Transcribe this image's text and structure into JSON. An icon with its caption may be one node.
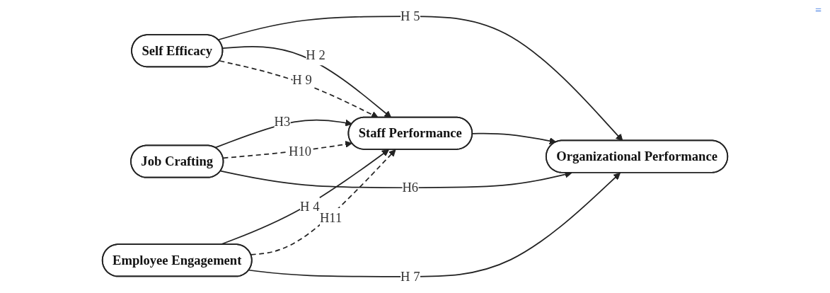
{
  "diagram": {
    "nodes": [
      {
        "text": [
          "Self Efficacy"
        ]
      },
      {
        "text": [
          "Job Crafting"
        ]
      },
      {
        "text": [
          "Staff Performance"
        ]
      },
      {
        "text": [
          "Organizational Performance"
        ]
      },
      {
        "text": [
          "Employee Engagement"
        ]
      }
    ],
    "edges": [
      {
        "from": 0,
        "to": 3,
        "arrow": "to",
        "label": "H 5"
      },
      {
        "from": 0,
        "to": 2,
        "arrow": "to",
        "label": "H 2"
      },
      {
        "from": 0,
        "to": 2,
        "arrow": "to",
        "label": "H 9",
        "style": "dashed"
      },
      {
        "from": 1,
        "to": 2,
        "arrow": "to",
        "label": "H3"
      },
      {
        "from": 1,
        "to": 2,
        "arrow": "to",
        "label": "H10",
        "style": "dashed"
      },
      {
        "from": 4,
        "to": 2,
        "arrow": "to",
        "label": "H 4"
      },
      {
        "from": 4,
        "to": 2,
        "arrow": "to",
        "label": "H11",
        "style": "dashed"
      },
      {
        "from": 4,
        "to": 3,
        "arrow": "to",
        "label": "H 7"
      },
      {
        "from": 1,
        "to": 3,
        "arrow": "to",
        "label": "H6"
      },
      {
        "from": 2,
        "to": 3,
        "arrow": "to"
      }
    ],
    "labels": [
      "="
    ]
  }
}
